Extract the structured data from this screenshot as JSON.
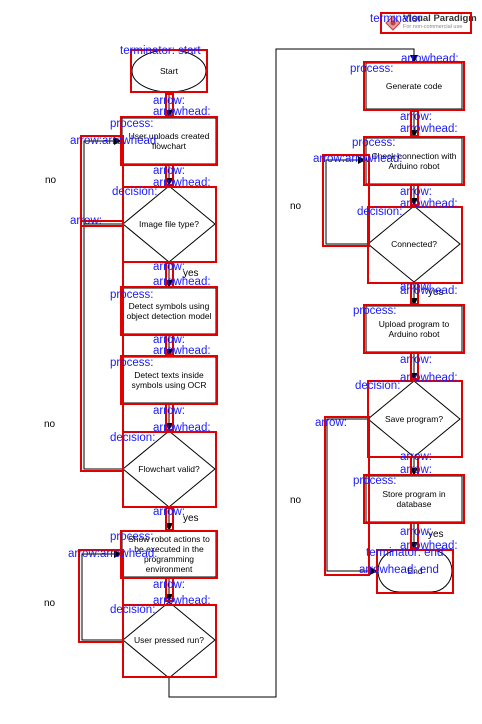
{
  "watermark": {
    "title": "Visual Paradigm",
    "subtitle": "For non-commercial use"
  },
  "nodes": {
    "start": "Start",
    "upload": "User uploads created flowchart",
    "filetype": "Image file type?",
    "detect_symbols": "Detect symbols using object detection model",
    "detect_texts": "Detect texts inside symbols using OCR",
    "valid": "Flowchart valid?",
    "show_actions": "Show robot actions to be executed in the programming environment",
    "run": "User pressed run?",
    "generate": "Generate code",
    "check_conn": "Check connection with Arduino robot",
    "connected": "Connected?",
    "upload_prog": "Upload program to Arduino robot",
    "save": "Save program?",
    "store": "Store program in database",
    "end": "End"
  },
  "edge_labels": {
    "filetype_yes": "yes",
    "filetype_no": "no",
    "valid_yes": "yes",
    "valid_no": "no",
    "run_no": "no",
    "connected_yes": "yes",
    "connected_no": "no",
    "save_yes": "yes",
    "save_no": "no"
  },
  "annotations": {
    "terminator": "terminator",
    "terminator_start": "terminator: start",
    "terminator_end": "terminator: end",
    "process": "process:",
    "decision": "decision:",
    "arrow": "arrow:",
    "arrowhead": "arrowhead:",
    "arrow_arrowhead": "arrow:arrowhead:",
    "arrowhead_end": "arrowhead: end"
  },
  "colors": {
    "detection_box": "#e00000",
    "annotation_text": "#1a1aff",
    "shape_stroke": "#000000"
  }
}
